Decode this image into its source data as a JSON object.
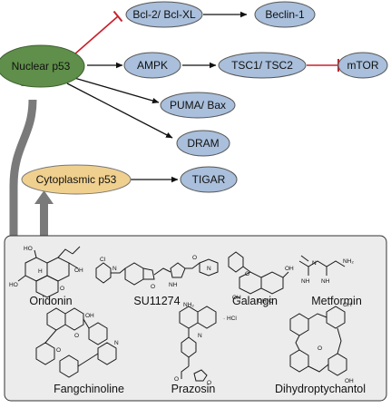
{
  "colors": {
    "nuclear_fill": "#5f8f4a",
    "cyto_fill": "#f0d08f",
    "target_fill": "#a9bfdb",
    "node_stroke": "#555555",
    "activation_arrow": "#111111",
    "inhibition_line": "#c8222c",
    "big_arrow": "#7a7a7a",
    "drug_panel_fill": "#ececec"
  },
  "nodes": {
    "nuclear_p53": "Nuclear p53",
    "cytoplasmic_p53": "Cytoplasmic p53",
    "bcl2": "Bcl-2/ Bcl-XL",
    "beclin1": "Beclin-1",
    "ampk": "AMPK",
    "tsc": "TSC1/ TSC2",
    "mtor": "mTOR",
    "puma": "PUMA/ Bax",
    "dram": "DRAM",
    "tigar": "TIGAR"
  },
  "edges": [
    {
      "from": "nuclear_p53",
      "to": "bcl2",
      "type": "inhibition"
    },
    {
      "from": "bcl2",
      "to": "beclin1",
      "type": "activation"
    },
    {
      "from": "nuclear_p53",
      "to": "ampk",
      "type": "activation"
    },
    {
      "from": "ampk",
      "to": "tsc",
      "type": "activation"
    },
    {
      "from": "tsc",
      "to": "mtor",
      "type": "inhibition"
    },
    {
      "from": "nuclear_p53",
      "to": "puma",
      "type": "activation"
    },
    {
      "from": "nuclear_p53",
      "to": "dram",
      "type": "activation"
    },
    {
      "from": "cytoplasmic_p53",
      "to": "tigar",
      "type": "activation"
    },
    {
      "from": "drug_panel",
      "to": "nuclear_p53",
      "type": "activation"
    },
    {
      "from": "drug_panel",
      "to": "cytoplasmic_p53",
      "type": "activation"
    }
  ],
  "drugs": {
    "oridonin": "Oridonin",
    "su11274": "SU11274",
    "galangin": "Galangin",
    "metformin": "Metformin",
    "fangchinoline": "Fangchinoline",
    "prazosin": "Prazosin",
    "dihydroptychantol": "Dihydroptychantol"
  },
  "structure_text": {
    "ho": "HO",
    "oh": "OH",
    "o": "O",
    "h": "H",
    "n": "N",
    "nh": "NH",
    "nh2": "NH₂",
    "cl": "Cl",
    "hcl": "· HCl"
  }
}
